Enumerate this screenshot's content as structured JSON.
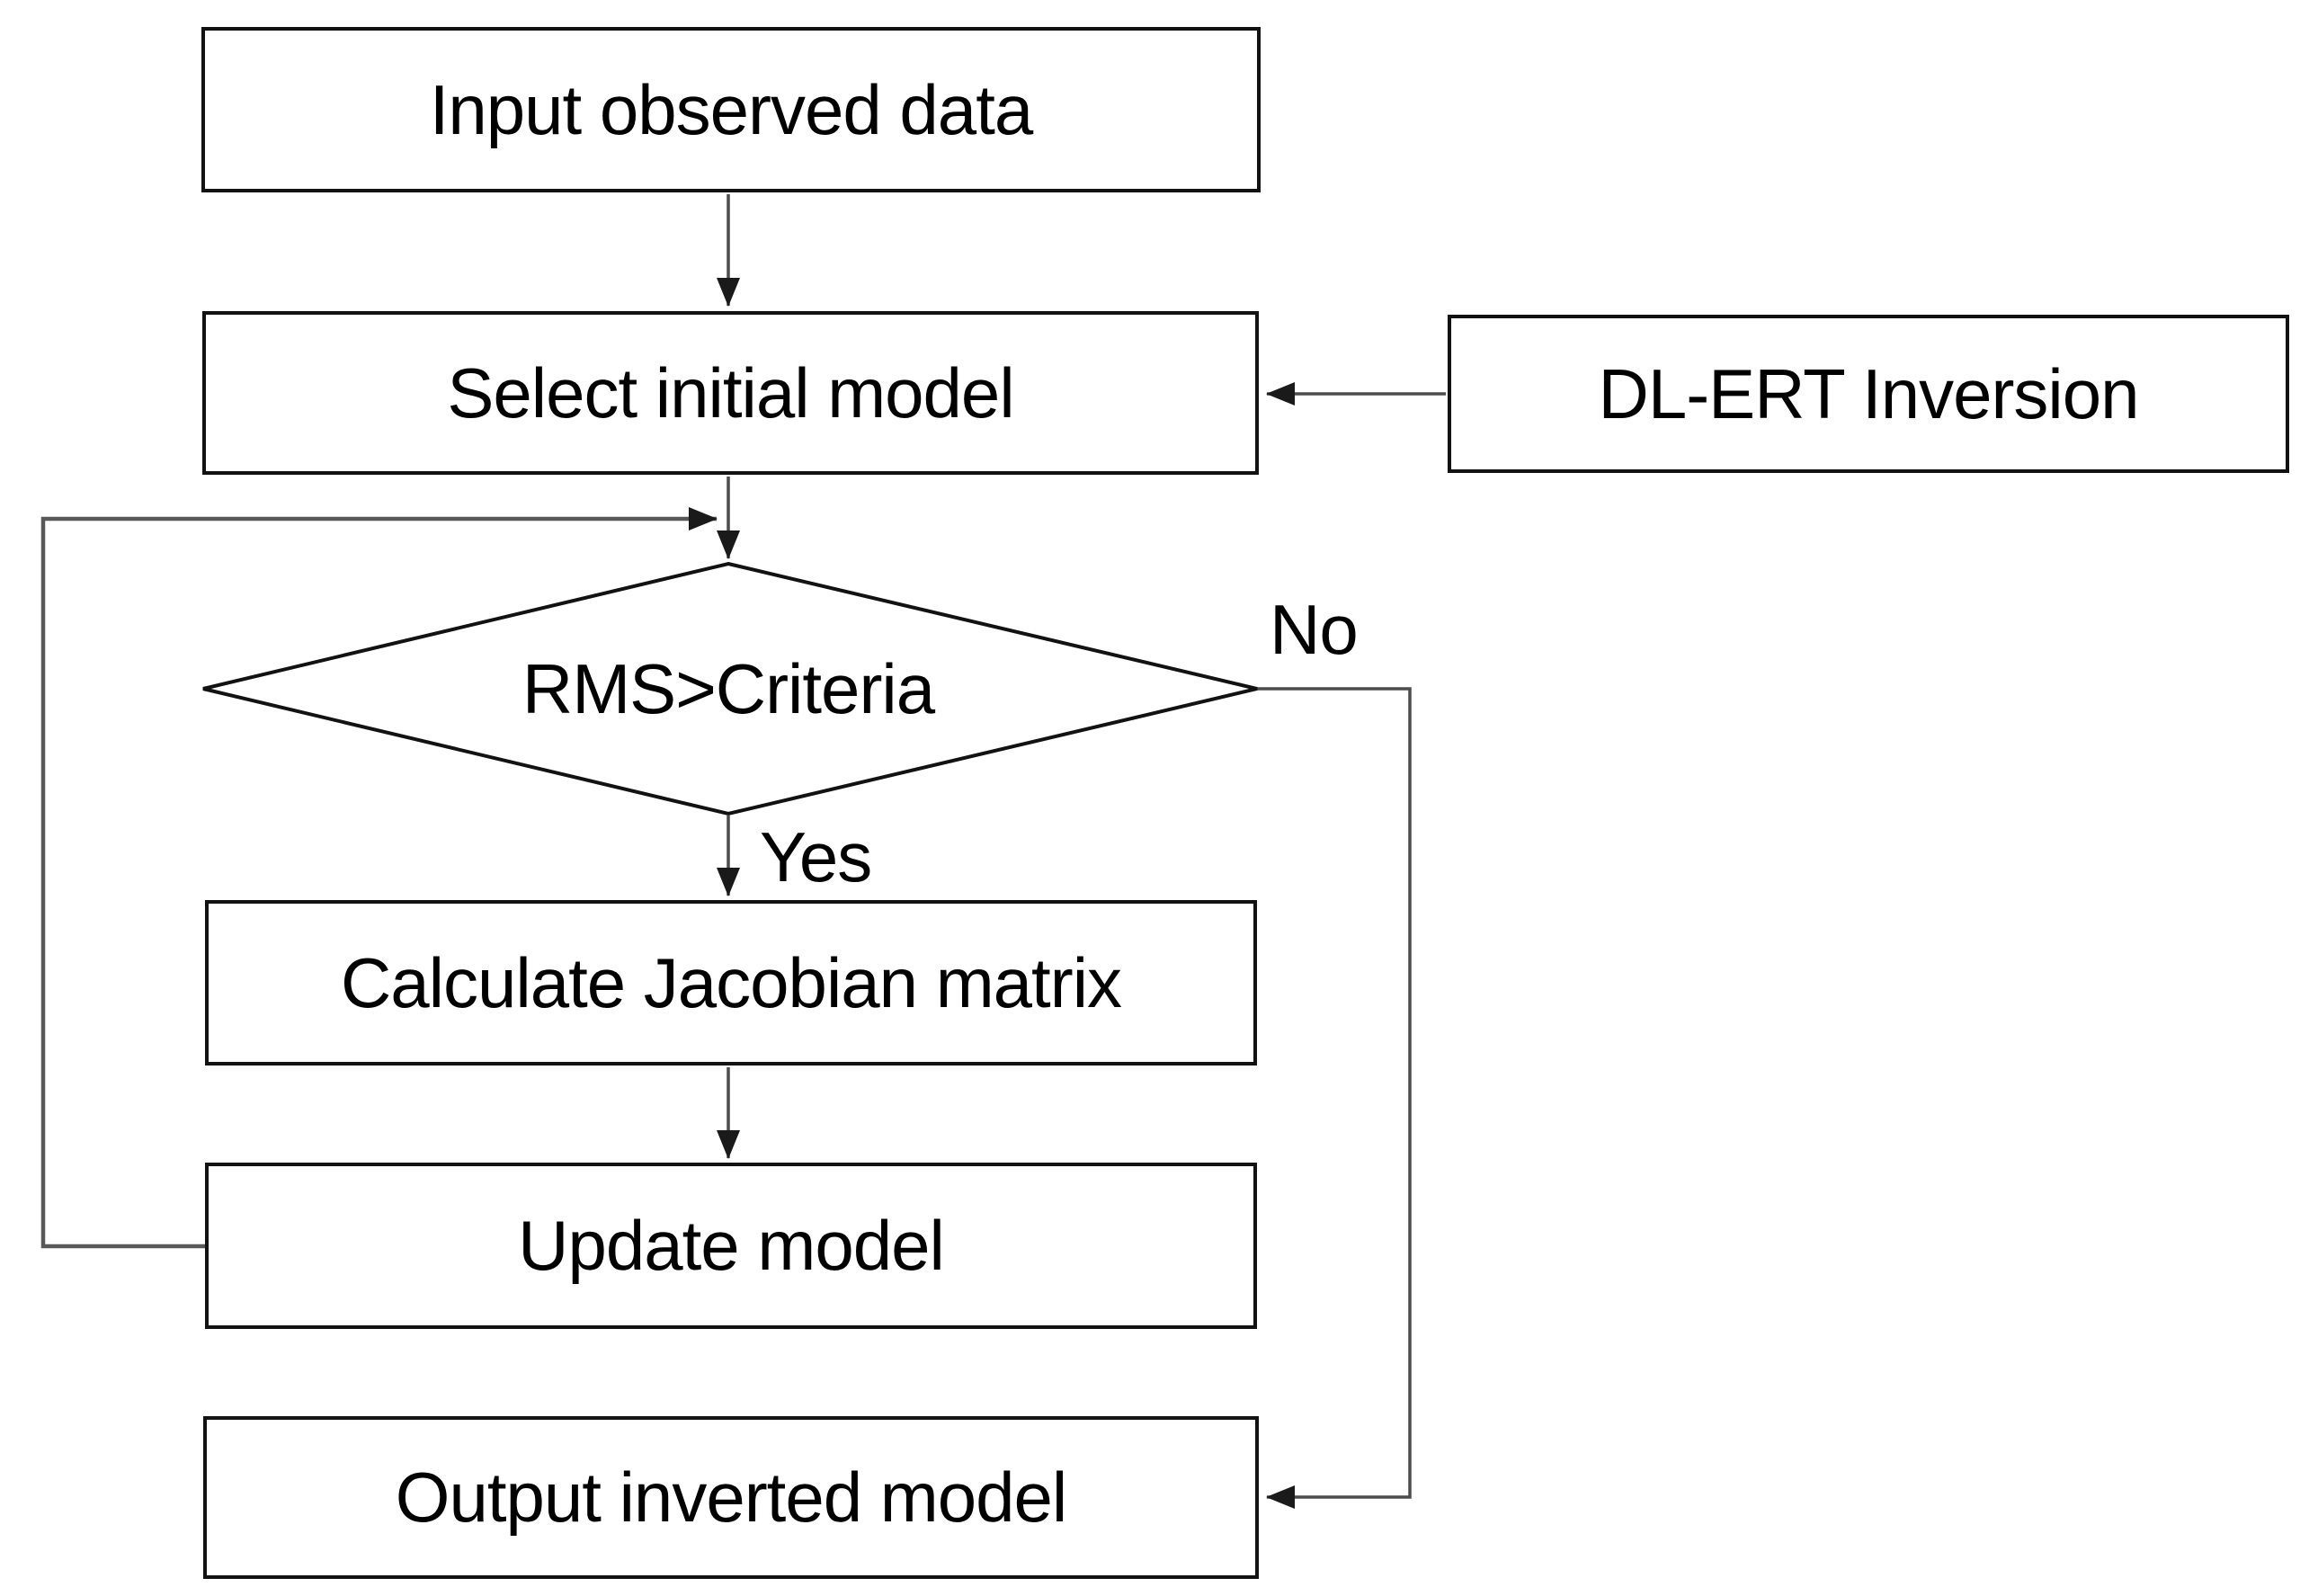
{
  "flowchart": {
    "nodes": {
      "input": {
        "label": "Input observed data",
        "shape": "rect"
      },
      "select_initial": {
        "label": "Select initial model",
        "shape": "rect"
      },
      "dl_ert": {
        "label": "DL-ERT Inversion",
        "shape": "rect"
      },
      "decision": {
        "label": "RMS>Criteria",
        "shape": "diamond"
      },
      "calc_jacobian": {
        "label": "Calculate Jacobian matrix",
        "shape": "rect"
      },
      "update_model": {
        "label": "Update model",
        "shape": "rect"
      },
      "output": {
        "label": "Output inverted model",
        "shape": "rect"
      }
    },
    "branch_labels": {
      "yes": "Yes",
      "no": "No"
    },
    "colors": {
      "node_border": "#121212",
      "node_fill": "#ffffff",
      "connector": "#4c4c4c",
      "arrowhead": "#1a1a1a",
      "text": "#000000",
      "background": "#ffffff"
    }
  }
}
